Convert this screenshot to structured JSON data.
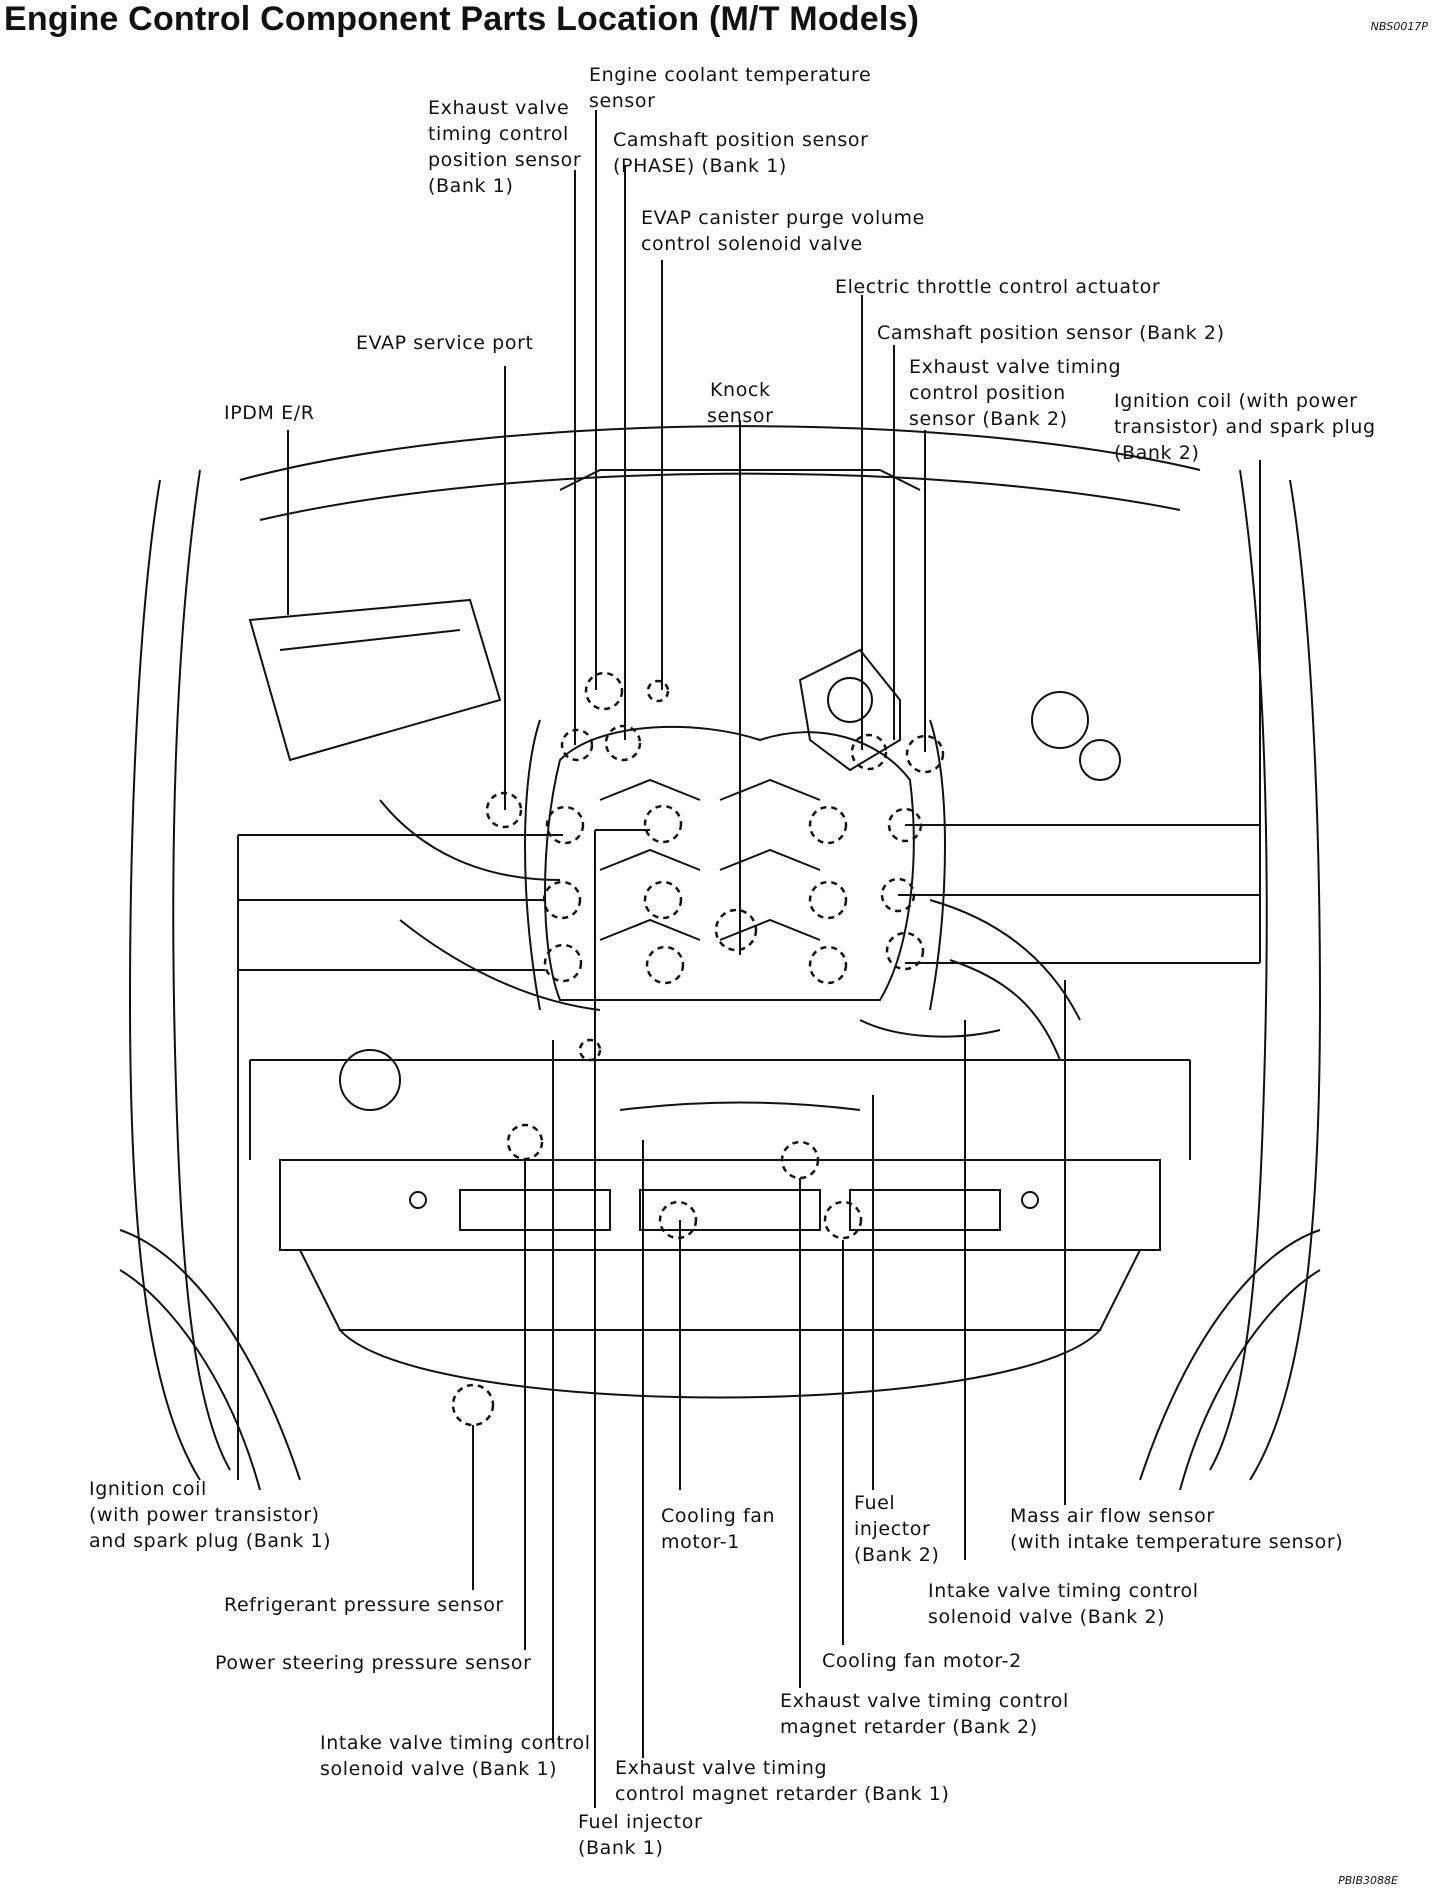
{
  "title": "Engine Control Component Parts Location (M/T Models)",
  "ref_code_top": "NBS0017P",
  "ref_code_bottom": "PBIB3088E",
  "labels": {
    "ect": [
      "Engine coolant temperature",
      "sensor"
    ],
    "exh_vtc_pos_b1": [
      "Exhaust valve",
      "timing control",
      "position sensor",
      "(Bank 1)"
    ],
    "cmp_phase_b1": [
      "Camshaft position sensor",
      "(PHASE) (Bank 1)"
    ],
    "evap_purge": [
      "EVAP canister purge volume",
      "control solenoid valve"
    ],
    "etc_actuator": [
      "Electric throttle control actuator"
    ],
    "cmp_b2": [
      "Camshaft position sensor (Bank 2)"
    ],
    "evap_port": [
      "EVAP service port"
    ],
    "exh_vtc_pos_b2": [
      "Exhaust valve timing",
      "control position",
      "sensor (Bank 2)"
    ],
    "knock": [
      "Knock",
      "sensor"
    ],
    "ign_coil_b2": [
      "Ignition coil (with power",
      "transistor) and spark plug",
      "(Bank 2)"
    ],
    "ipdm": [
      "IPDM E/R"
    ],
    "ign_coil_b1": [
      "Ignition coil",
      "(with power transistor)",
      "and spark plug (Bank 1)"
    ],
    "cool_fan_1": [
      "Cooling fan",
      "motor-1"
    ],
    "injector_b2": [
      "Fuel",
      "injector",
      "(Bank 2)"
    ],
    "maf": [
      "Mass air flow sensor",
      "(with intake temperature sensor)"
    ],
    "refrig": [
      "Refrigerant pressure sensor"
    ],
    "int_vtc_b2": [
      "Intake valve timing control",
      "solenoid valve (Bank 2)"
    ],
    "ps_sensor": [
      "Power steering pressure sensor"
    ],
    "cool_fan_2": [
      "Cooling fan motor-2"
    ],
    "exh_mag_b2": [
      "Exhaust valve timing control",
      "magnet retarder (Bank 2)"
    ],
    "int_vtc_b1": [
      "Intake valve timing control",
      "solenoid valve (Bank 1)"
    ],
    "exh_mag_b1": [
      "Exhaust valve timing",
      "control magnet retarder (Bank 1)"
    ],
    "injector_b1": [
      "Fuel injector",
      "(Bank 1)"
    ]
  }
}
